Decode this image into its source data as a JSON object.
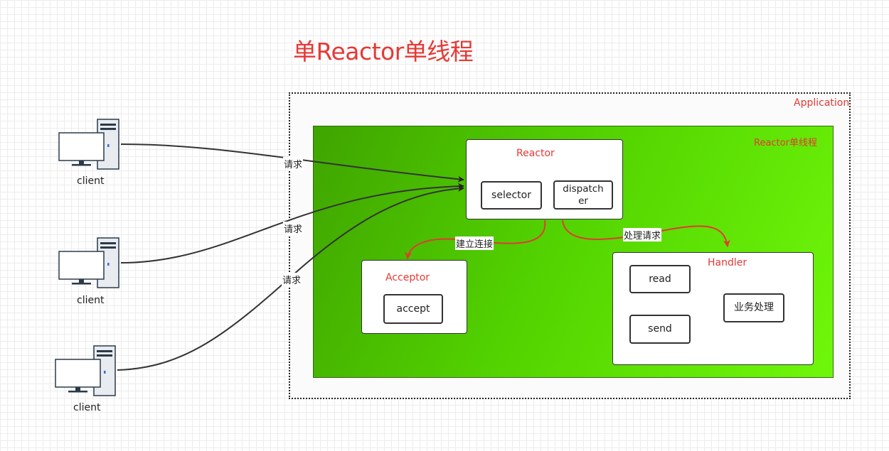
{
  "title": "单Reactor单线程",
  "application": {
    "label": "Application"
  },
  "reactor_thread": {
    "label": "Reactor单线程"
  },
  "reactor": {
    "label": "Reactor",
    "selector": "selector",
    "dispatcher": "dispatch er"
  },
  "acceptor": {
    "label": "Acceptor",
    "accept": "accept"
  },
  "handler": {
    "label": "Handler",
    "read": "read",
    "send": "send",
    "business": "业务处理"
  },
  "edges": {
    "request_label": "请求",
    "establish_label": "建立连接",
    "process_label": "处理请求"
  },
  "clients": [
    {
      "label": "client"
    },
    {
      "label": "client"
    },
    {
      "label": "client"
    }
  ],
  "colors": {
    "accent_red": "#e53935",
    "green_dark": "#3fa400",
    "green_light": "#6ff70a"
  }
}
